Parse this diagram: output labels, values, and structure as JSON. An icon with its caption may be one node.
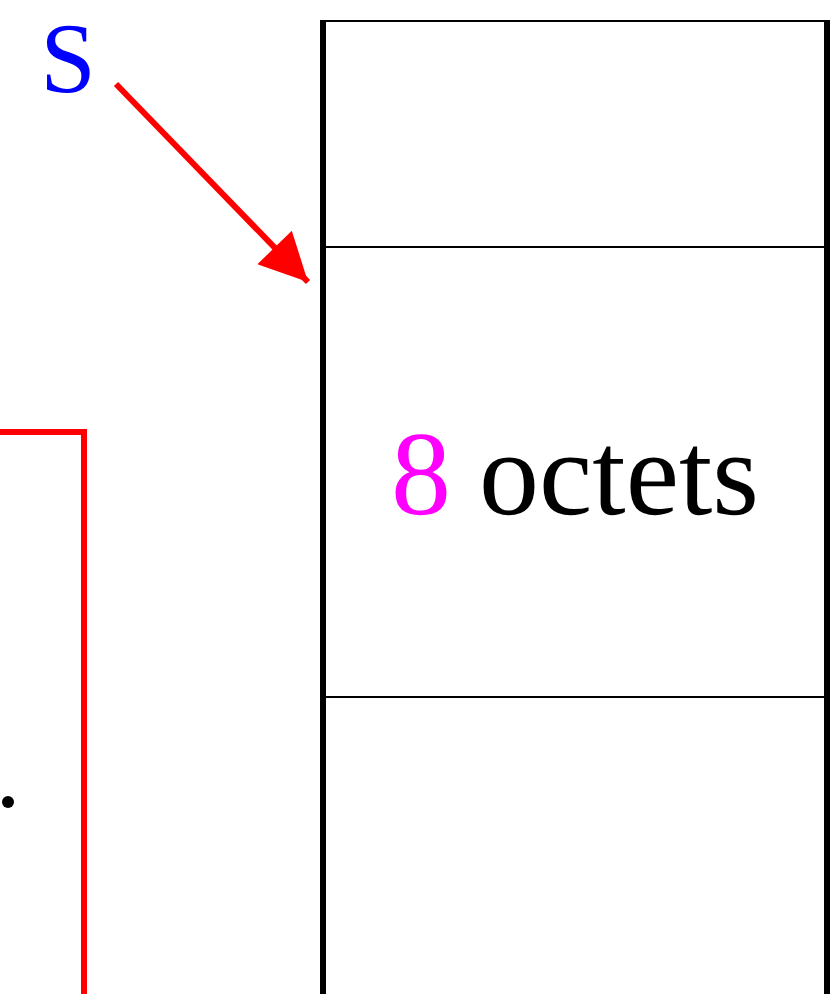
{
  "diagram": {
    "nodes": [
      {
        "text": [
          "S"
        ]
      },
      {
        "text": [],
        "shape": "box"
      },
      {
        "text": [
          "8",
          "octets"
        ]
      },
      {
        "text": [],
        "shape": "box"
      }
    ],
    "edges": [
      {
        "from": 0,
        "to": 2,
        "arrow": "to",
        "color": "#ff0000"
      }
    ]
  }
}
